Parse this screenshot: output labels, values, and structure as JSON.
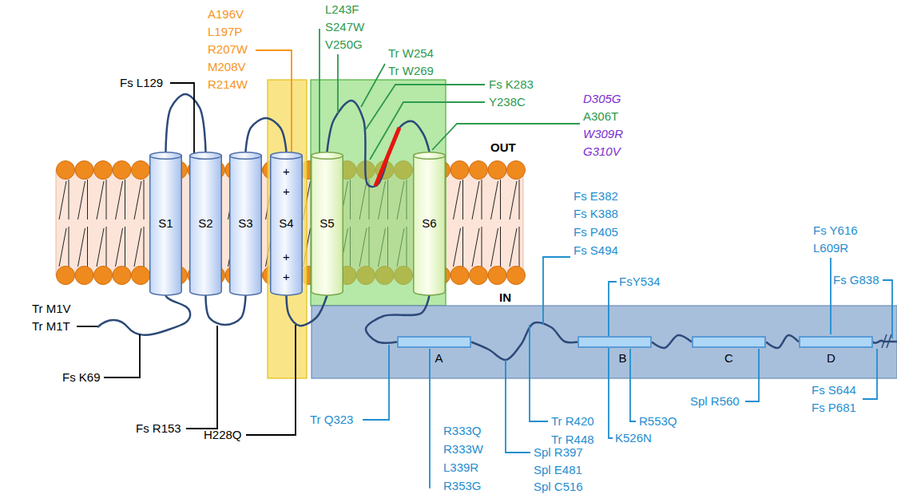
{
  "diagram": {
    "nodes": [
      {
        "text": [
          "S1"
        ]
      },
      {
        "text": [
          "S2"
        ]
      },
      {
        "text": [
          "S3"
        ]
      },
      {
        "text": [
          "+",
          "+",
          "S4",
          "+",
          "+"
        ]
      },
      {
        "text": [
          "S5"
        ]
      },
      {
        "text": [
          "S6"
        ]
      },
      {
        "text": [
          "IN"
        ]
      },
      {
        "text": [
          "A"
        ],
        "in": 6
      },
      {
        "text": [
          "B"
        ],
        "in": 6
      },
      {
        "text": [
          "C"
        ],
        "in": 6
      },
      {
        "text": [
          "D"
        ],
        "in": 6
      }
    ],
    "edges": [
      {
        "from": 0,
        "to": 1,
        "arrow": "none"
      },
      {
        "from": 1,
        "to": 2,
        "arrow": "none"
      },
      {
        "from": 2,
        "to": 3,
        "arrow": "none"
      },
      {
        "from": 3,
        "to": 4,
        "arrow": "none"
      },
      {
        "from": 4,
        "to": 5,
        "arrow": "none"
      },
      {
        "from": 5,
        "to": 7,
        "arrow": "none"
      },
      {
        "from": 7,
        "to": 8,
        "arrow": "none"
      },
      {
        "from": 8,
        "to": 9,
        "arrow": "none"
      },
      {
        "from": 9,
        "to": 10,
        "arrow": "none"
      }
    ],
    "labels": [
      "A196V",
      "L197P",
      "R207W",
      "M208V",
      "R214W",
      "L243F",
      "S247W",
      "V250G",
      "Tr W254",
      "Tr W269",
      "Fs K283",
      "Y238C",
      "D305G",
      "A306T",
      "W309R",
      "G310V",
      "Fs L129",
      "OUT",
      "Tr M1V",
      "Tr M1T",
      "Fs K69",
      "Fs R153",
      "H228Q",
      "Fs E382",
      "Fs K388",
      "Fs P405",
      "Fs S494",
      "FsY534",
      "Fs Y616",
      "L609R",
      "Fs G838",
      "Tr Q323",
      "R333Q",
      "R333W",
      "L339R",
      "R353G",
      "Tr R420",
      "Tr R448",
      "Spl R397",
      "Spl E481",
      "Spl C516",
      "R553Q",
      "K526N",
      "Spl R560",
      "Fs S644",
      "Fs P681"
    ]
  }
}
